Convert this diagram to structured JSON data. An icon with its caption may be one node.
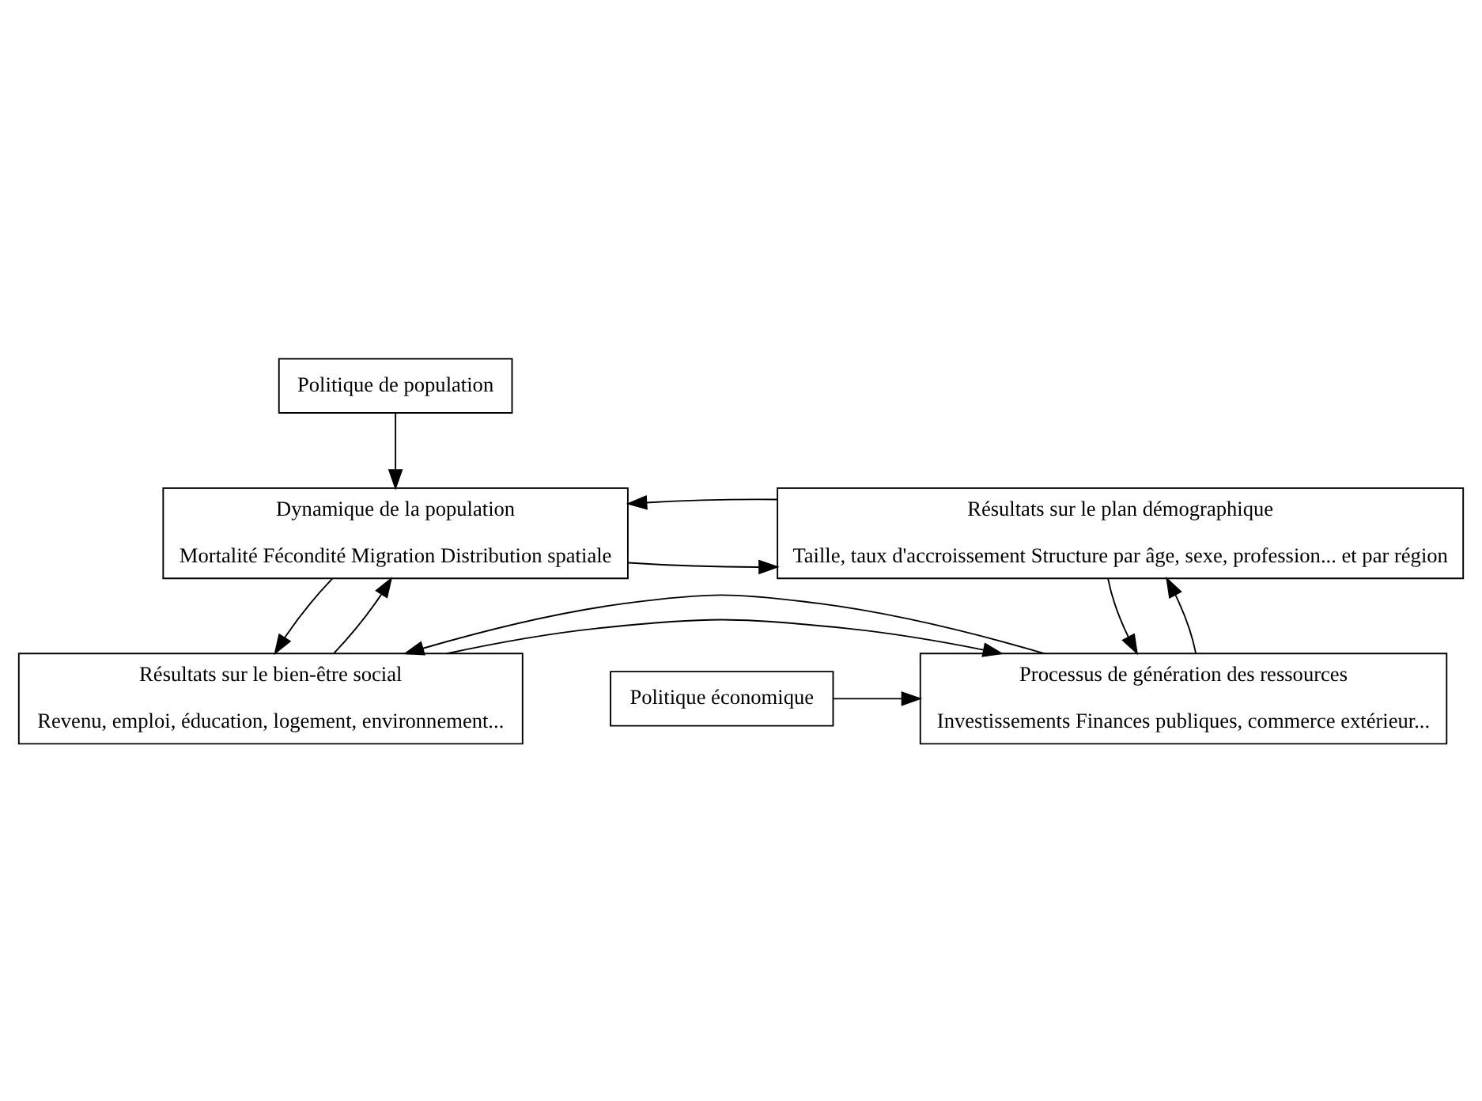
{
  "diagram": {
    "nodes": [
      {
        "text": [
          "Politique de population"
        ]
      },
      {
        "text": [
          "Dynamique de la population",
          "Mortalité Fécondité Migration Distribution spatiale"
        ]
      },
      {
        "text": [
          "Résultats sur le plan démographique",
          "Taille, taux d'accroissement Structure par âge, sexe, profession... et par région"
        ]
      },
      {
        "text": [
          "Résultats sur le bien-être social",
          "Revenu, emploi, éducation, logement, environnement..."
        ]
      },
      {
        "text": [
          "Processus de génération des ressources",
          "Investissements Finances publiques, commerce extérieur..."
        ]
      },
      {
        "text": [
          "Politique économique"
        ]
      }
    ],
    "edges": [
      {
        "from": 0,
        "to": 1,
        "arrow": "to"
      },
      {
        "from": 1,
        "to": 2,
        "arrow": "to"
      },
      {
        "from": 2,
        "to": 1,
        "arrow": "to"
      },
      {
        "from": 1,
        "to": 3,
        "arrow": "to"
      },
      {
        "from": 3,
        "to": 1,
        "arrow": "to"
      },
      {
        "from": 4,
        "to": 2,
        "arrow": "to"
      },
      {
        "from": 2,
        "to": 4,
        "arrow": "to"
      },
      {
        "from": 3,
        "to": 4,
        "arrow": "to"
      },
      {
        "from": 4,
        "to": 3,
        "arrow": "to"
      },
      {
        "from": 5,
        "to": 4,
        "arrow": "to"
      }
    ]
  }
}
